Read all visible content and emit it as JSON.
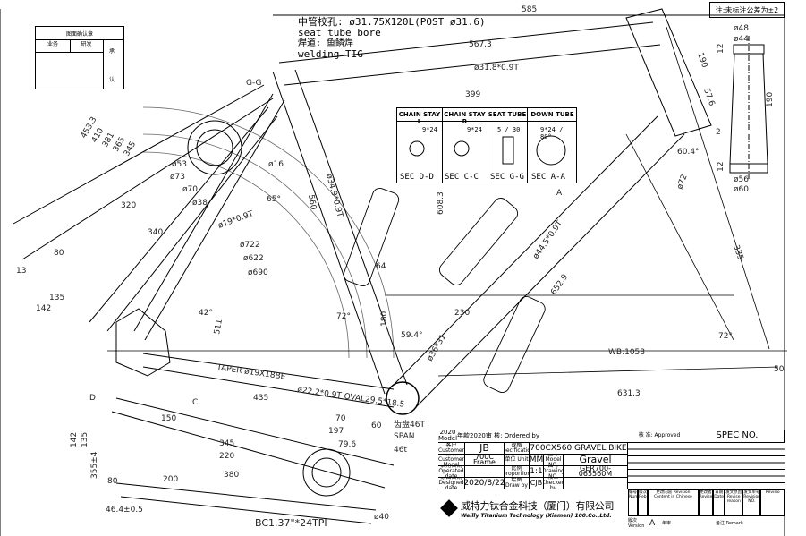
{
  "notes": {
    "bore_cn": "中管校孔: ø31.75X120L(POST ø31.6)",
    "bore_en": "seat tube bore",
    "weld_cn": "焊道: 鱼鳞焊",
    "weld_en": "welding TIG",
    "tolerance": "注:未标注公差为±2"
  },
  "confirm_table": {
    "title": "图面确认章",
    "col1": "业务",
    "col2": "研发",
    "col3a": "承",
    "col3b": "认"
  },
  "sections": [
    {
      "title": "CHAIN STAY L",
      "label": "SEC D-D",
      "spec": "9*24"
    },
    {
      "title": "CHAIN STAY R",
      "label": "SEC C-C",
      "spec": "9*24"
    },
    {
      "title": "SEAT TUBE",
      "label": "SEC G-G",
      "spec": "5 / 30"
    },
    {
      "title": "DOWN TUBE",
      "label": "SEC A-A",
      "spec": "9*24 / 80°"
    }
  ],
  "dimensions": [
    "585",
    "567.3",
    "ø31.8*0.9T",
    "399",
    "453.3",
    "410",
    "381",
    "365",
    "345",
    "320",
    "340",
    "150",
    "ø53",
    "ø73",
    "ø70",
    "ø38",
    "ø16",
    "65°",
    "560",
    "ø34.9*0.9T",
    "ø19*0.9T",
    "ø722",
    "ø622",
    "ø690",
    "42°",
    "511",
    "72°",
    "608.3",
    "180",
    "64",
    "230",
    "ø44.5*0.9T",
    "652.9",
    "59.4°",
    "ø36*31",
    "WB:1058",
    "631.3",
    "335",
    "72°",
    "50",
    "60.4°",
    "ø72",
    "57.6",
    "190",
    "2",
    "TAPER ø19X18BE",
    "ø22.2*0.9T OVAL29.5*18.5",
    "435",
    "70",
    "197",
    "60",
    "79.6",
    "345",
    "220",
    "380",
    "200",
    "80",
    "142",
    "135",
    "355±4",
    "46.4±0.5",
    "ø40",
    "ø48",
    "ø44",
    "ø56",
    "ø60",
    "12",
    "190",
    "12",
    "BC1.37\"*24TPI",
    "齿盘46T",
    "SPAN",
    "46t",
    "G-G",
    "A",
    "C",
    "D",
    "13",
    "135",
    "142",
    "80"
  ],
  "head_tube": {
    "top_outer": "ø48",
    "top_inner": "ø44",
    "bottom_inner": "ø56",
    "bottom_outer": "ø60",
    "length": "190",
    "cup_top": "12",
    "cup_bottom": "12"
  },
  "title_block": {
    "model_year_label": "2020\nModel",
    "model_year_cn": "年款",
    "model_year_value": "2020",
    "ordered_by": "审 核: Ordered by",
    "approved": "核 准: Approved",
    "spec_no": "SPEC NO.",
    "customer_label": "客户 Customer",
    "customer": "JB",
    "spec_label": "规格 Specification",
    "spec": "700CX560 GRAVEL BIKE",
    "product_label": "品名 Customer Model",
    "product": "700C Frame",
    "unit_label": "单位 Unit",
    "unit": "MM",
    "model_label": "型号 Model NO.",
    "model": "Gravel",
    "operated_label": "启用日期 Operated date",
    "operated": "",
    "proportion_label": "比例 proportion",
    "proportion": "1:1",
    "drawing_label": "图号 Drawing NO.",
    "drawing": "GER700-065560M",
    "designed_label": "原图日期 Designed date",
    "designed": "2020/8/22",
    "drawby_label": "绘图 Draw by",
    "drawby": "CJB",
    "checked_label": "校审 Checked by",
    "checked": "",
    "company_cn": "威特力钛合金科技（厦门）有限公司",
    "company_en": "Weilly Titanium Technology (Xiamen) 100.Co.,Ltd.",
    "rev_headers": [
      "编号 Number",
      "版次 Rebuild",
      "更改内容 Revision Content in Chinese",
      "更改者 Reviser",
      "日期 Date",
      "发文原因 Revise reason",
      "发文单号 Revision NO.",
      "Revisio"
    ],
    "version_label": "版次 Version",
    "version": "A",
    "annual_label": "年审",
    "remark_label": "备注 Remark"
  }
}
